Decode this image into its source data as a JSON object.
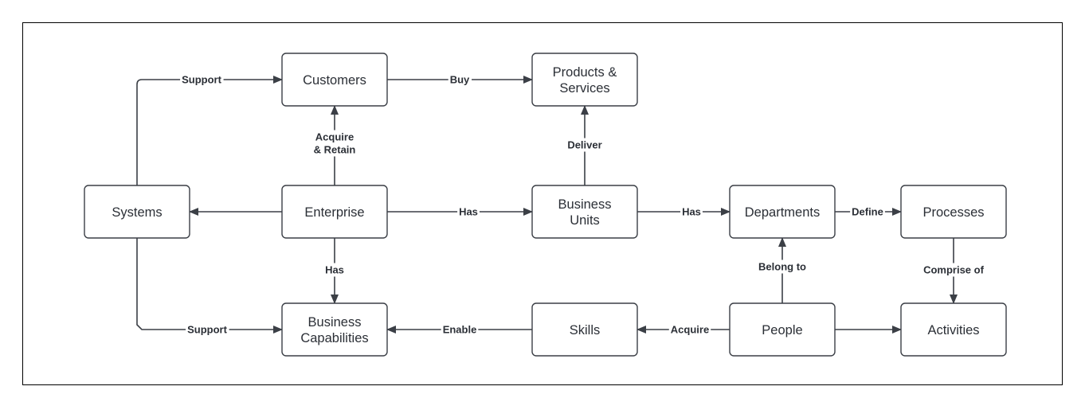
{
  "colors": {
    "border": "#000000",
    "stroke": "#3b3f46",
    "text": "#2b2f36",
    "background": "#ffffff"
  },
  "nodes": {
    "customers": {
      "lines": [
        "Customers"
      ]
    },
    "products": {
      "lines": [
        "Products &",
        "Services"
      ]
    },
    "systems": {
      "lines": [
        "Systems"
      ]
    },
    "enterprise": {
      "lines": [
        "Enterprise"
      ]
    },
    "business_units": {
      "lines": [
        "Business",
        "Units"
      ]
    },
    "departments": {
      "lines": [
        "Departments"
      ]
    },
    "processes": {
      "lines": [
        "Processes"
      ]
    },
    "business_capabilities": {
      "lines": [
        "Business",
        "Capabilities"
      ]
    },
    "skills": {
      "lines": [
        "Skills"
      ]
    },
    "people": {
      "lines": [
        "People"
      ]
    },
    "activities": {
      "lines": [
        "Activities"
      ]
    }
  },
  "edges": {
    "systems_customers": {
      "label": [
        "Support"
      ]
    },
    "customers_products": {
      "label": [
        "Buy"
      ]
    },
    "enterprise_customers": {
      "label": [
        "Acquire",
        "& Retain"
      ]
    },
    "business_units_products": {
      "label": [
        "Deliver"
      ]
    },
    "enterprise_systems": {
      "label": []
    },
    "enterprise_business_units": {
      "label": [
        "Has"
      ]
    },
    "business_units_departments": {
      "label": [
        "Has"
      ]
    },
    "departments_processes": {
      "label": [
        "Define"
      ]
    },
    "enterprise_business_capabilities": {
      "label": [
        "Has"
      ]
    },
    "people_departments": {
      "label": [
        "Belong to"
      ]
    },
    "processes_activities": {
      "label": [
        "Comprise of"
      ]
    },
    "systems_business_capabilities": {
      "label": [
        "Support"
      ]
    },
    "skills_business_capabilities": {
      "label": [
        "Enable"
      ]
    },
    "people_skills": {
      "label": [
        "Acquire"
      ]
    },
    "people_activities": {
      "label": []
    }
  }
}
